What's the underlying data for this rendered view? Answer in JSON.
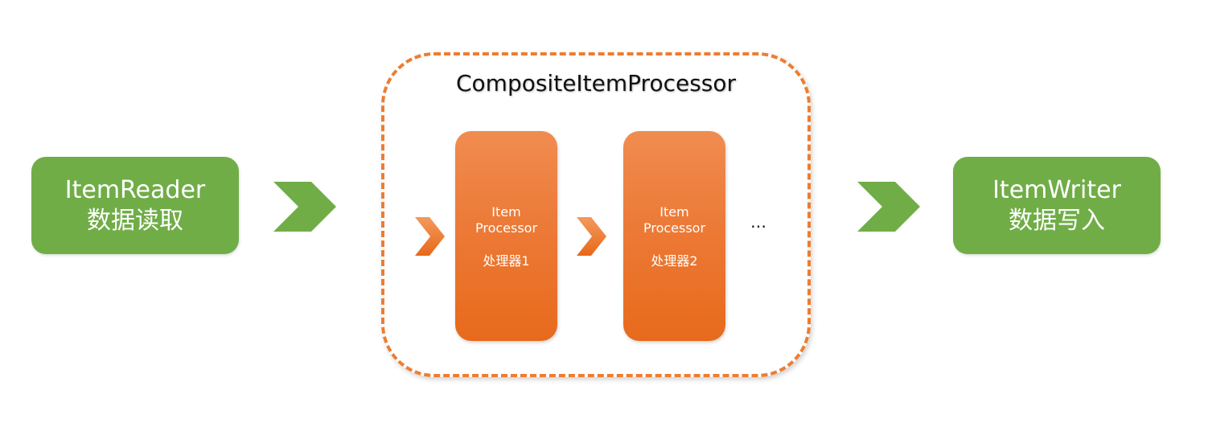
{
  "reader": {
    "name": "ItemReader",
    "desc": "数据读取"
  },
  "composite": {
    "title": "CompositeItemProcessor",
    "processors": [
      {
        "line1": "Item",
        "line2": "Processor",
        "sub": "处理器1"
      },
      {
        "line1": "Item",
        "line2": "Processor",
        "sub": "处理器2"
      }
    ],
    "ellipsis": "…"
  },
  "writer": {
    "name": "ItemWriter",
    "desc": "数据写入"
  },
  "colors": {
    "green": "#70ad47",
    "orange": "#ed7d31",
    "processor_gradient_top": "#f08c50",
    "processor_gradient_bottom": "#e86a1c"
  },
  "icons": {
    "flow_arrow": "chevron-right-icon"
  }
}
